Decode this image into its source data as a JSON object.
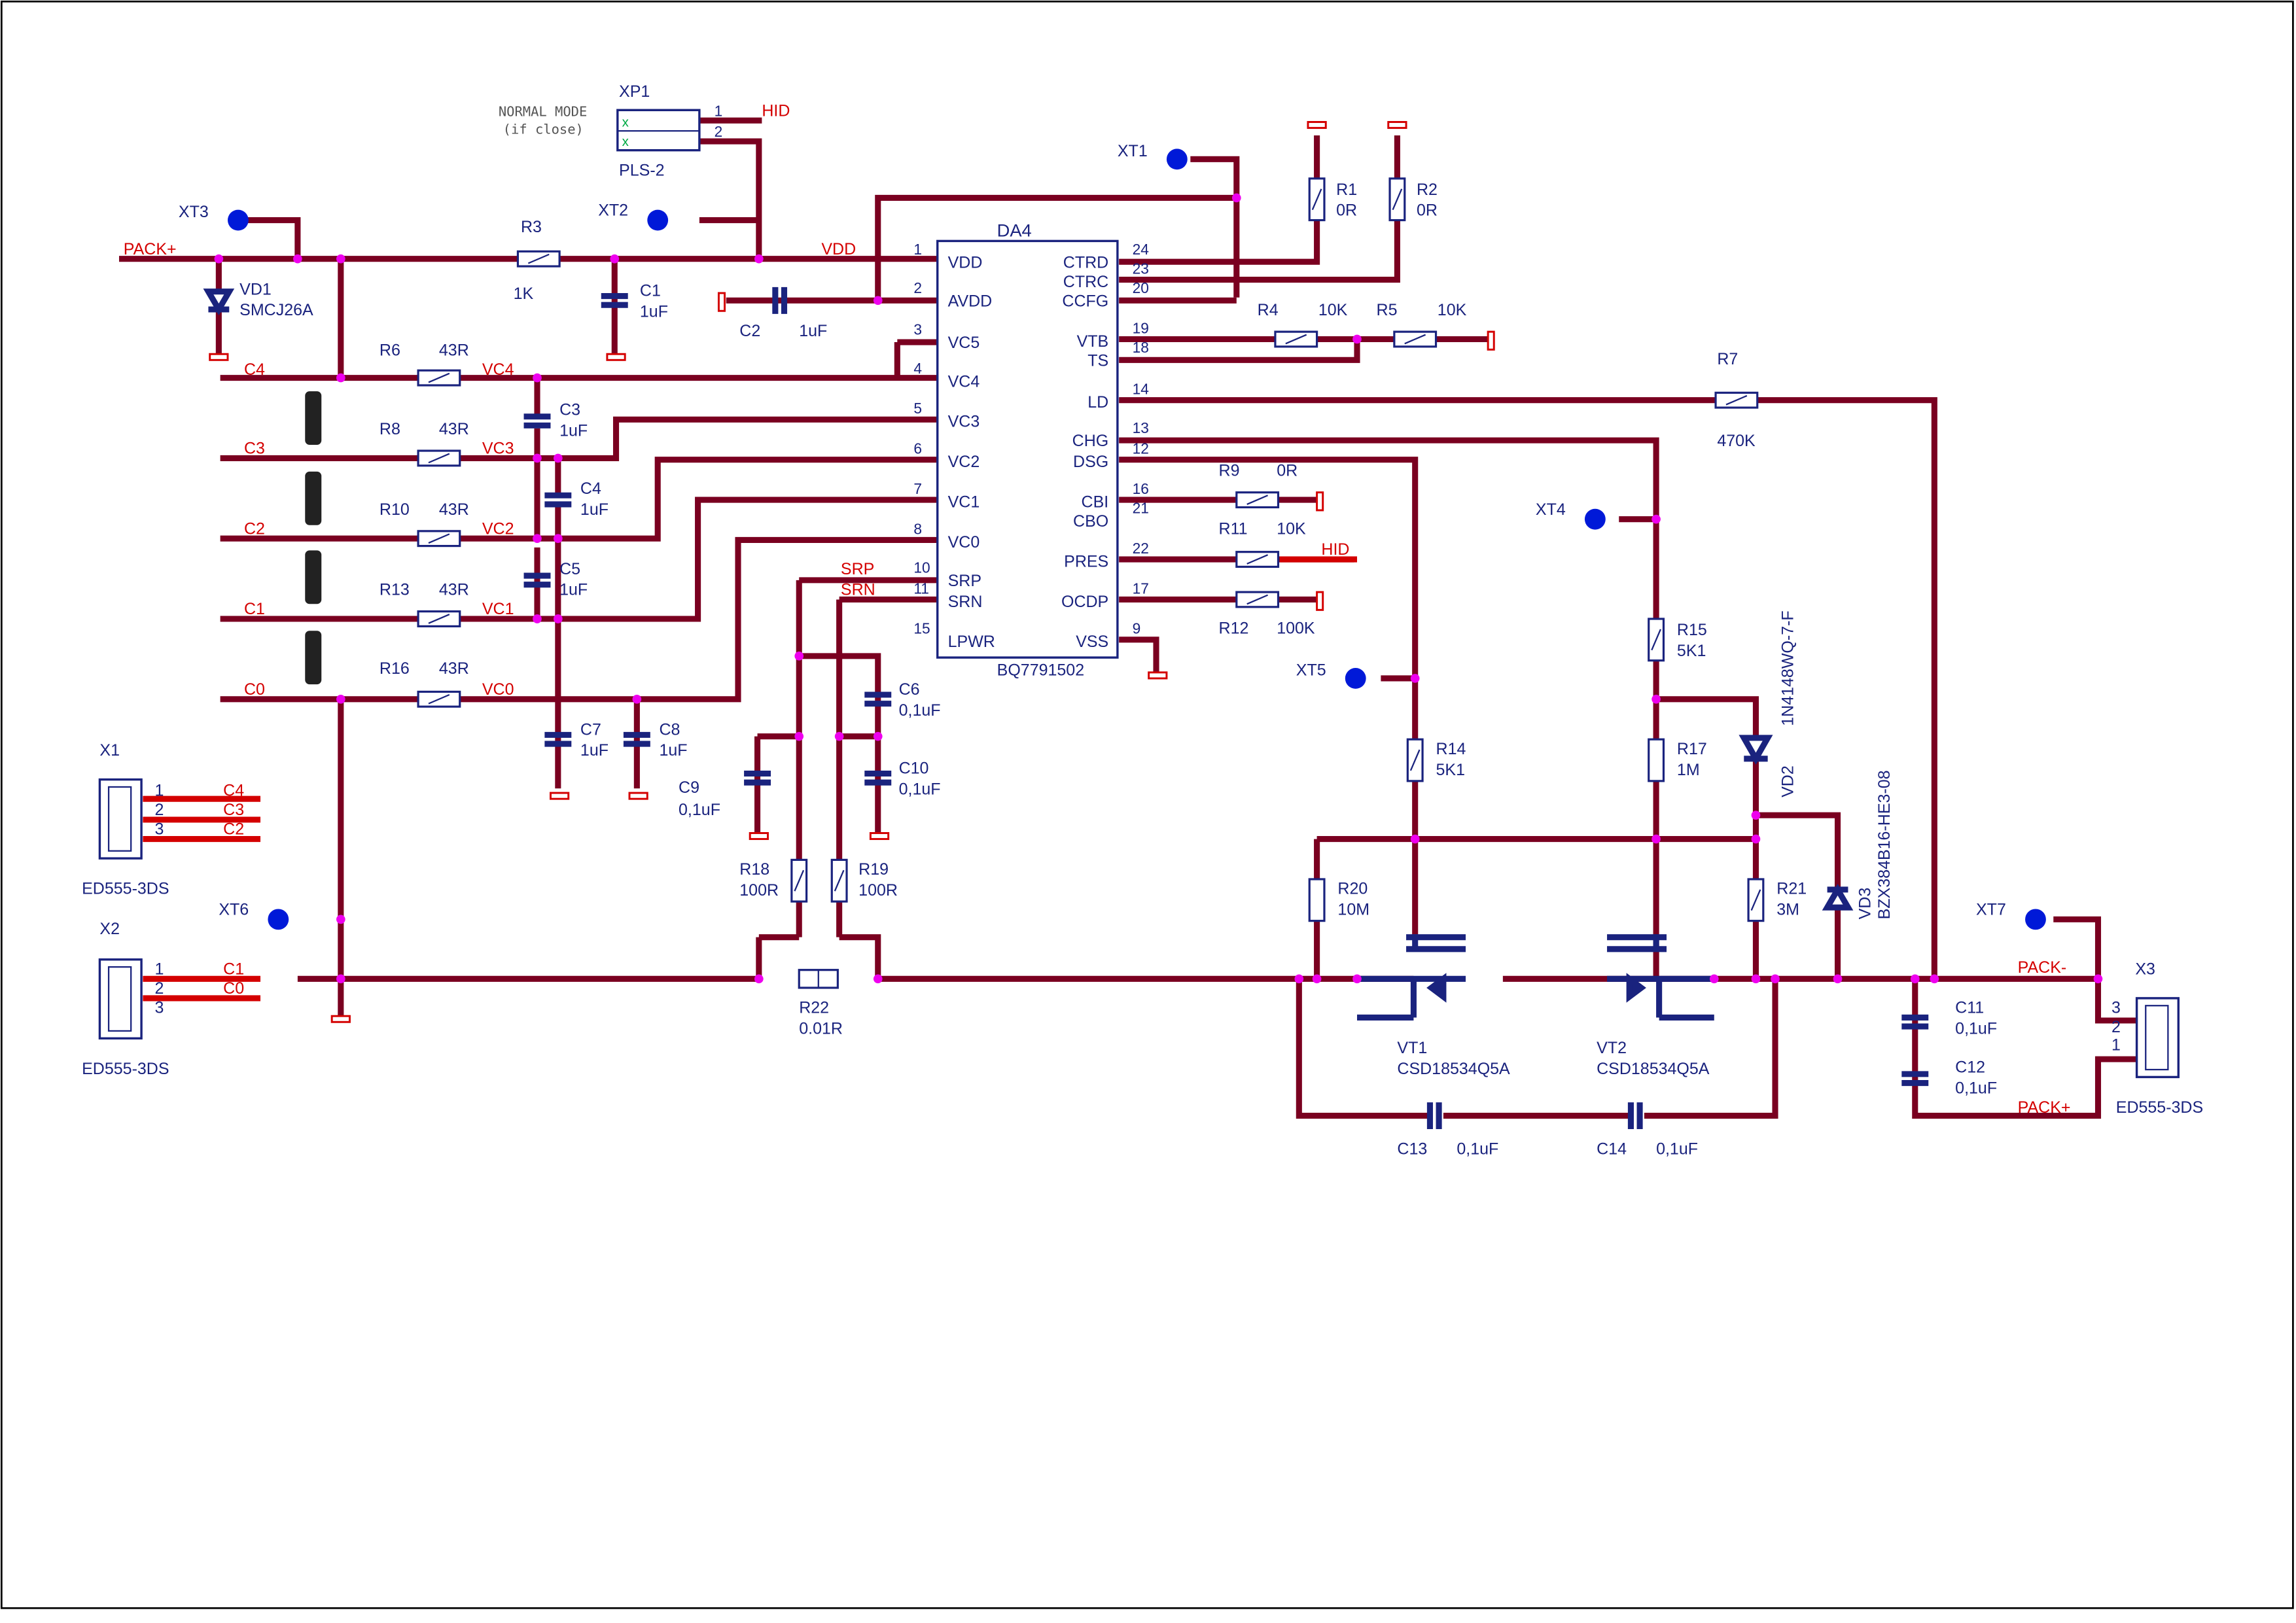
{
  "ic": {
    "ref": "DA4",
    "part": "BQ7791502",
    "left_pins": [
      {
        "num": "1",
        "name": "VDD"
      },
      {
        "num": "2",
        "name": "AVDD"
      },
      {
        "num": "3",
        "name": "VC5"
      },
      {
        "num": "4",
        "name": "VC4"
      },
      {
        "num": "5",
        "name": "VC3"
      },
      {
        "num": "6",
        "name": "VC2"
      },
      {
        "num": "7",
        "name": "VC1"
      },
      {
        "num": "8",
        "name": "VC0"
      },
      {
        "num": "10",
        "name": "SRP"
      },
      {
        "num": "11",
        "name": "SRN"
      },
      {
        "num": "15",
        "name": "LPWR"
      }
    ],
    "right_pins": [
      {
        "num": "24",
        "name": "CTRD"
      },
      {
        "num": "23",
        "name": "CTRC"
      },
      {
        "num": "20",
        "name": "CCFG"
      },
      {
        "num": "19",
        "name": "VTB"
      },
      {
        "num": "18",
        "name": "TS"
      },
      {
        "num": "14",
        "name": "LD"
      },
      {
        "num": "13",
        "name": "CHG"
      },
      {
        "num": "12",
        "name": "DSG"
      },
      {
        "num": "16",
        "name": "CBI"
      },
      {
        "num": "21",
        "name": "CBO"
      },
      {
        "num": "22",
        "name": "PRES"
      },
      {
        "num": "17",
        "name": "OCDP"
      },
      {
        "num": "9",
        "name": "VSS"
      }
    ]
  },
  "header": {
    "normal_mode": "NORMAL MODE",
    "if_close": "(if close)",
    "xp1": {
      "ref": "XP1",
      "part": "PLS-2",
      "pin1": "1",
      "pin2": "2",
      "net": "HID"
    }
  },
  "nets": {
    "pack_plus": "PACK+",
    "pack_minus": "PACK-",
    "vdd": "VDD",
    "hid": "HID",
    "c4": "C4",
    "c3": "C3",
    "c2": "C2",
    "c1": "C1",
    "c0": "C0",
    "vc4": "VC4",
    "vc3": "VC3",
    "vc2": "VC2",
    "vc1": "VC1",
    "vc0": "VC0",
    "srp": "SRP",
    "srn": "SRN"
  },
  "test_points": [
    "XT1",
    "XT2",
    "XT3",
    "XT4",
    "XT5",
    "XT6",
    "XT7"
  ],
  "resistors": [
    {
      "ref": "R1",
      "value": "0R"
    },
    {
      "ref": "R2",
      "value": "0R"
    },
    {
      "ref": "R3",
      "value": "1K"
    },
    {
      "ref": "R4",
      "value": "10K"
    },
    {
      "ref": "R5",
      "value": "10K"
    },
    {
      "ref": "R6",
      "value": "43R"
    },
    {
      "ref": "R7",
      "value": "470K"
    },
    {
      "ref": "R8",
      "value": "43R"
    },
    {
      "ref": "R9",
      "value": "0R"
    },
    {
      "ref": "R10",
      "value": "43R"
    },
    {
      "ref": "R11",
      "value": "10K"
    },
    {
      "ref": "R12",
      "value": "100K"
    },
    {
      "ref": "R13",
      "value": "43R"
    },
    {
      "ref": "R14",
      "value": "5K1"
    },
    {
      "ref": "R15",
      "value": "5K1"
    },
    {
      "ref": "R16",
      "value": "43R"
    },
    {
      "ref": "R17",
      "value": "1M"
    },
    {
      "ref": "R18",
      "value": "100R"
    },
    {
      "ref": "R19",
      "value": "100R"
    },
    {
      "ref": "R20",
      "value": "10M"
    },
    {
      "ref": "R21",
      "value": "3M"
    },
    {
      "ref": "R22",
      "value": "0.01R"
    }
  ],
  "capacitors": [
    {
      "ref": "C1",
      "value": "1uF"
    },
    {
      "ref": "C2",
      "value": "1uF"
    },
    {
      "ref": "C3",
      "value": "1uF"
    },
    {
      "ref": "C4",
      "value": "1uF"
    },
    {
      "ref": "C5",
      "value": "1uF"
    },
    {
      "ref": "C6",
      "value": "0,1uF"
    },
    {
      "ref": "C7",
      "value": "1uF"
    },
    {
      "ref": "C8",
      "value": "1uF"
    },
    {
      "ref": "C9",
      "value": "0,1uF"
    },
    {
      "ref": "C10",
      "value": "0,1uF"
    },
    {
      "ref": "C11",
      "value": "0,1uF"
    },
    {
      "ref": "C12",
      "value": "0,1uF"
    },
    {
      "ref": "C13",
      "value": "0,1uF"
    },
    {
      "ref": "C14",
      "value": "0,1uF"
    }
  ],
  "diodes": [
    {
      "ref": "VD1",
      "part": "SMCJ26A"
    },
    {
      "ref": "VD2",
      "part": "1N4148WQ-7-F"
    },
    {
      "ref": "VD3",
      "part": "BZX384B16-HE3-08"
    }
  ],
  "transistors": [
    {
      "ref": "VT1",
      "part": "CSD18534Q5A"
    },
    {
      "ref": "VT2",
      "part": "CSD18534Q5A"
    }
  ],
  "connectors": [
    {
      "ref": "X1",
      "part": "ED555-3DS",
      "pins": [
        "1",
        "2",
        "3"
      ],
      "nets": [
        "C4",
        "C3",
        "C2"
      ]
    },
    {
      "ref": "X2",
      "part": "ED555-3DS",
      "pins": [
        "1",
        "2",
        "3"
      ],
      "nets": [
        "C1",
        "C0",
        ""
      ]
    },
    {
      "ref": "X3",
      "part": "ED555-3DS",
      "pins": [
        "3",
        "2",
        "1"
      ]
    }
  ],
  "xp1_marks": [
    "x",
    "x"
  ]
}
